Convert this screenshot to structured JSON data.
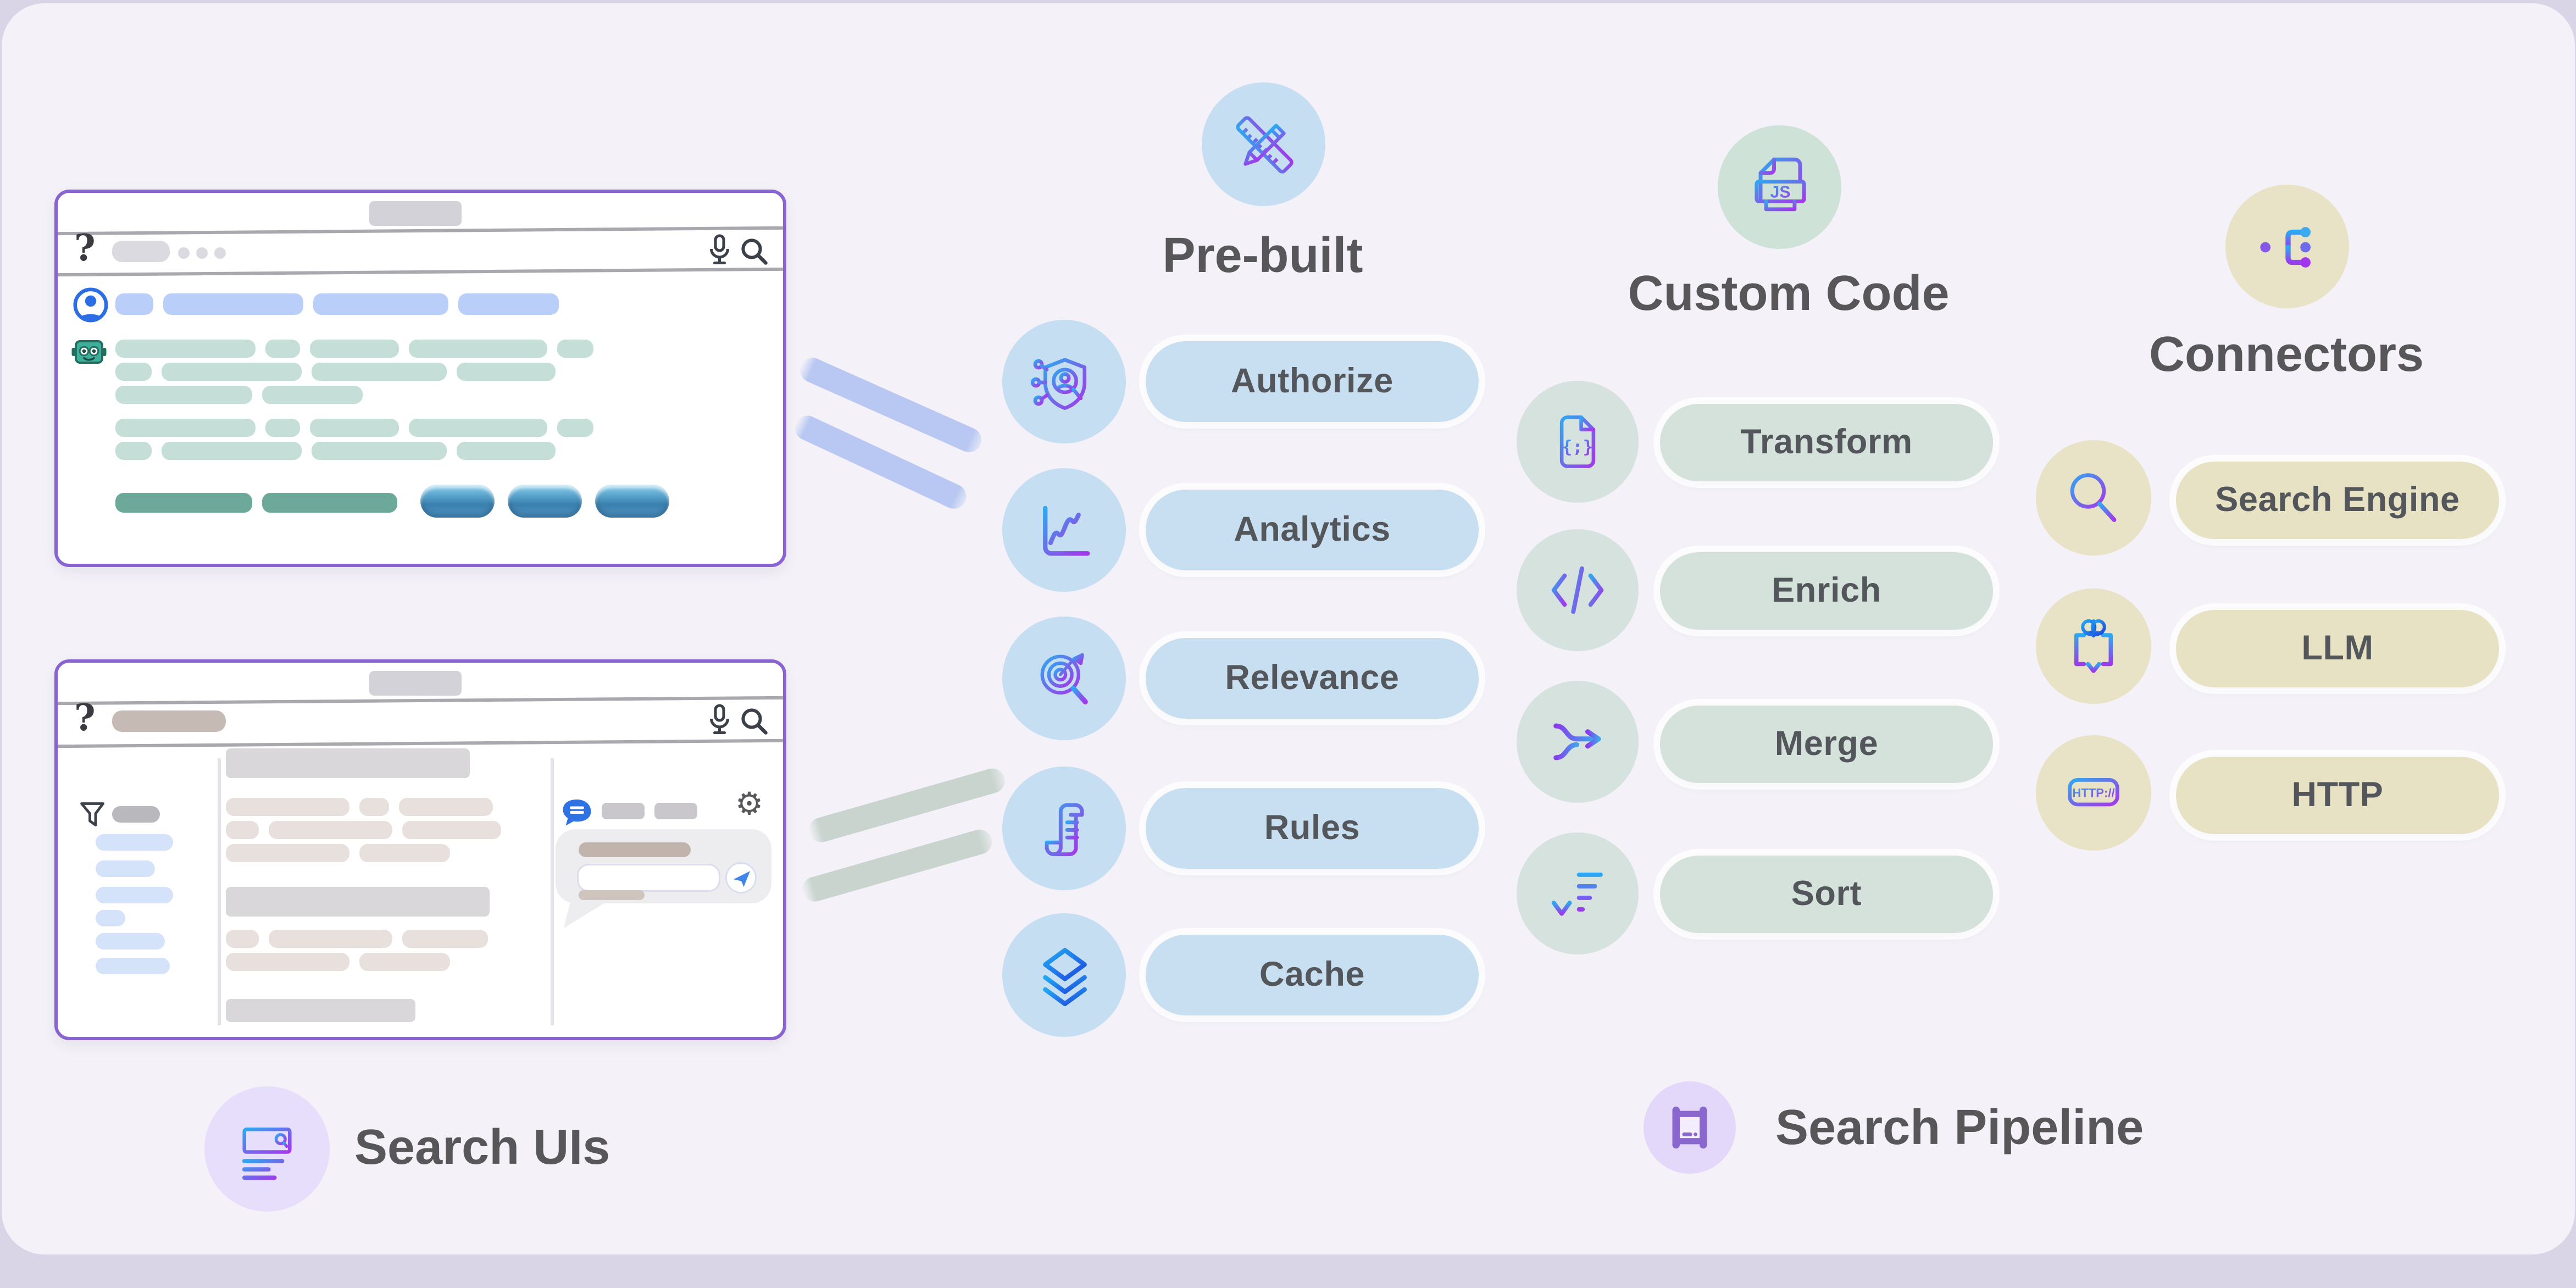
{
  "diagram": {
    "legend_left": "Search UIs",
    "legend_right": "Search Pipeline"
  },
  "columns": {
    "prebuilt": {
      "title": "Pre-built",
      "items": [
        {
          "label": "Authorize",
          "icon": "shield-user-icon"
        },
        {
          "label": "Analytics",
          "icon": "line-chart-icon"
        },
        {
          "label": "Relevance",
          "icon": "target-magnifier-icon"
        },
        {
          "label": "Rules",
          "icon": "scroll-icon"
        },
        {
          "label": "Cache",
          "icon": "layers-icon"
        }
      ]
    },
    "custom_code": {
      "title": "Custom Code",
      "items": [
        {
          "label": "Transform",
          "icon": "file-braces-icon"
        },
        {
          "label": "Enrich",
          "icon": "code-tags-icon"
        },
        {
          "label": "Merge",
          "icon": "merge-arrows-icon"
        },
        {
          "label": "Sort",
          "icon": "sort-descending-icon"
        }
      ]
    },
    "connectors": {
      "title": "Connectors",
      "items": [
        {
          "label": "Search Engine",
          "icon": "magnifier-icon"
        },
        {
          "label": "LLM",
          "icon": "brain-book-icon"
        },
        {
          "label": "HTTP",
          "icon": "http-badge-icon"
        }
      ]
    }
  },
  "icon_texts": {
    "js_badge": "JS",
    "http_url": "HTTP://",
    "question_mark": "?",
    "braces": "{;}"
  },
  "colors": {
    "outer_background": "#d9d5e7",
    "panel_background": "#f4f2f8",
    "blue_pill": "#c8dff2",
    "green_pill": "#d5e1db",
    "beige_pill": "#e7e2c5",
    "lavender_circle": "#e7defc",
    "title_text": "#57575a",
    "browser_border": "#8a63d2"
  }
}
